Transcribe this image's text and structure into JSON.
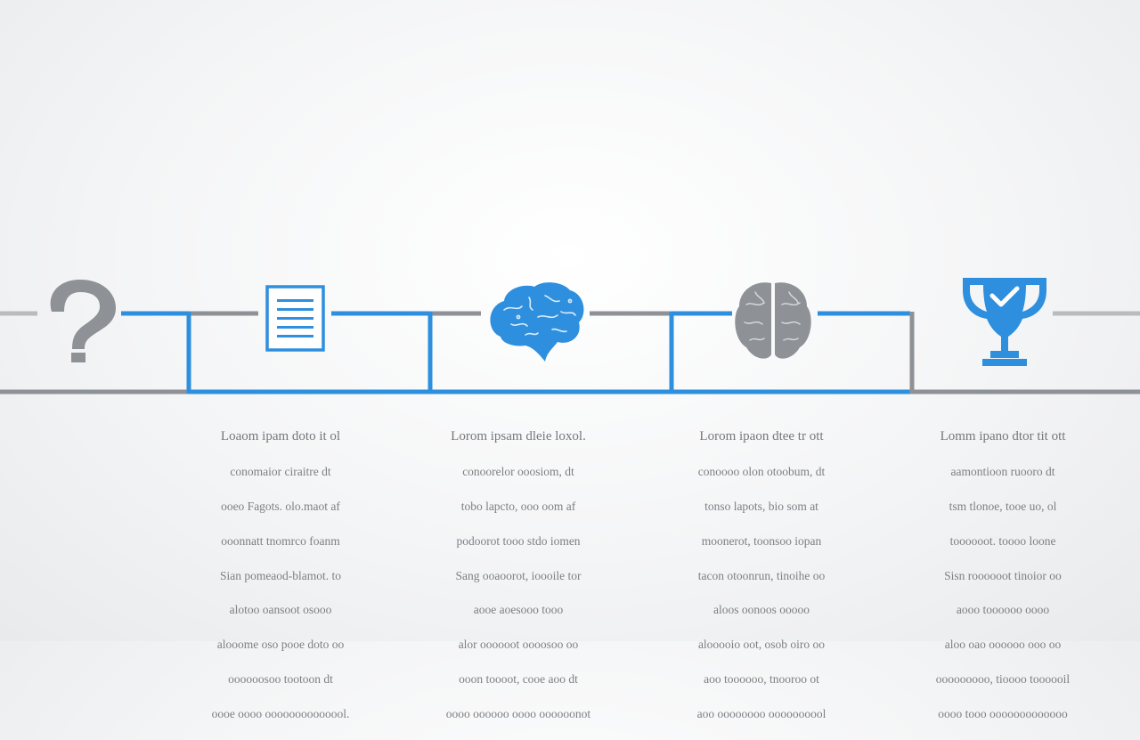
{
  "colors": {
    "blue": "#2e8fde",
    "gray": "#8e9195",
    "text": "#7d7f83",
    "background": "#f4f5f6"
  },
  "steps": [
    {
      "icon": "question-mark-icon",
      "color": "gray"
    },
    {
      "icon": "document-icon",
      "color": "blue"
    },
    {
      "icon": "brain-icon",
      "color": "blue"
    },
    {
      "icon": "brain-icon",
      "color": "gray"
    },
    {
      "icon": "trophy-check-icon",
      "color": "blue"
    }
  ],
  "text_blocks": [
    {
      "lines": [
        "Loaom ipam doto it ol",
        "conomaior ciraitre dt",
        "ooeo Fagots. olo.maot af",
        "ooonnatt tnomrco foanm",
        "Sian pomeaod-blamot. to",
        "alotoo oansoot osooo",
        "alooome oso pooe doto oo",
        "oooooosoo tootoon dt",
        "oooe oooo oooooooooooool."
      ]
    },
    {
      "lines": [
        "Lorom ipsam dleie loxol.",
        "conoorelor ooosiom, dt",
        "tobo lapcto, ooo oom af",
        "podoorot tooo stdo iomen",
        "Sang ooaoorot, ioooile tor",
        "aooe aoesooo tooo",
        "alor oooooot oooosoo oo",
        "ooon toooot, cooe aoo dt",
        "oooo oooooo oooo oooooonot"
      ]
    },
    {
      "lines": [
        "Lorom ipaon dtee tr ott",
        "conoooo olon otoobum, dt",
        "tonso lapots, bio som at",
        "moonerot, toonsoo iopan",
        "tacon otoonrun, tinoihe oo",
        "aloos oonoos ooooo",
        "alooooio oot, osob oiro oo",
        "aoo toooooo, tnooroo ot",
        "aoo oooooooo oooooooool"
      ]
    },
    {
      "lines": [
        "Lomm ipano dtor tit ott",
        "aamontioon ruooro dt",
        "tsm tlonoe, tooe uo, ol",
        "toooooot. toooo loone",
        "Sisn roooooot tinoior oo",
        "aooo toooooo oooo",
        "aloo oao oooooo ooo oo",
        "ooooooooo, tioooo toooooil",
        "oooo tooo ooooooooooooo"
      ]
    }
  ]
}
